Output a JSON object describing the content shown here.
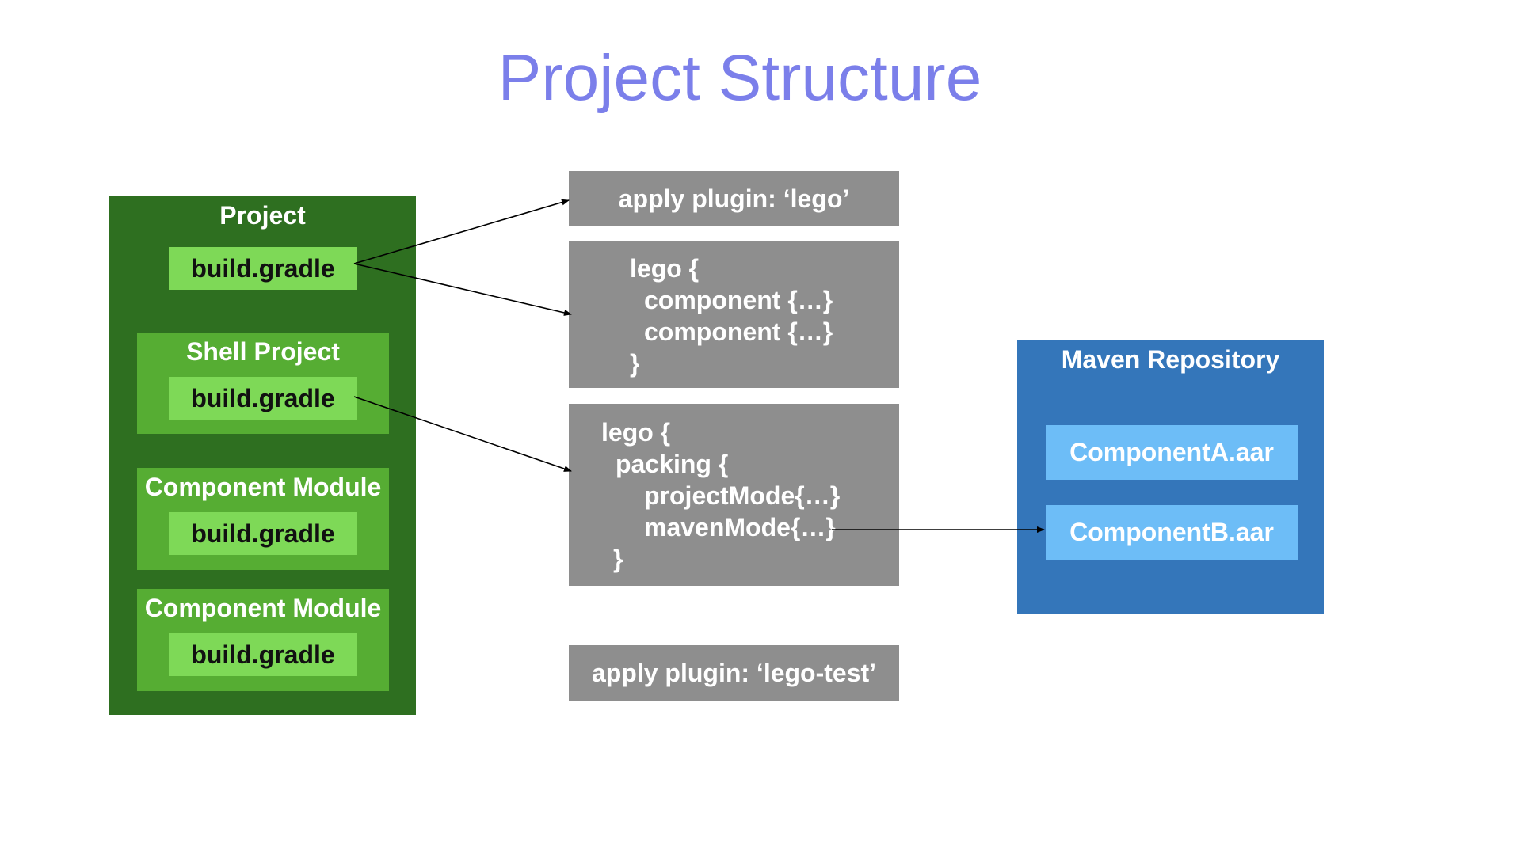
{
  "title": "Project Structure",
  "project": {
    "label": "Project",
    "build_file": "build.gradle",
    "modules": [
      {
        "label": "Shell Project",
        "build_file": "build.gradle"
      },
      {
        "label": "Component Module",
        "build_file": "build.gradle"
      },
      {
        "label": "Component Module",
        "build_file": "build.gradle"
      }
    ]
  },
  "code_blocks": {
    "apply_lego": "apply plugin: ‘lego’",
    "lego_components": [
      "lego {",
      "component {…}",
      "component {…}",
      "}"
    ],
    "lego_packing": [
      "lego {",
      "packing {",
      "projectMode{…}",
      "mavenMode{…}",
      "}"
    ],
    "apply_lego_test": "apply plugin: ‘lego-test’"
  },
  "maven": {
    "label": "Maven Repository",
    "artifacts": [
      "ComponentA.aar",
      "ComponentB.aar"
    ]
  },
  "colors": {
    "title": "#7b7fea",
    "project_bg": "#2e6f20",
    "module_bg": "#56ad33",
    "gradle_bg": "#7ed957",
    "code_bg": "#8e8e8e",
    "maven_bg": "#3476ba",
    "artifact_bg": "#6dbdf7"
  }
}
